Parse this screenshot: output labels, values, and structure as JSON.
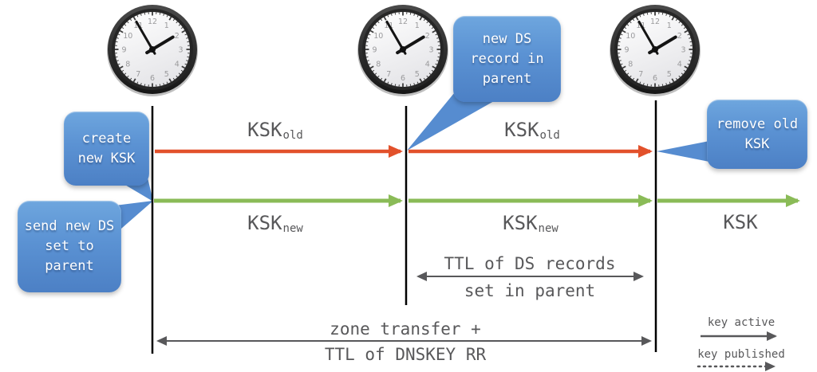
{
  "icons": {
    "clock-icon": "analog wall clock showing ~1:55",
    "arrow-icon": "right-pointing triangle arrowhead"
  },
  "colors": {
    "old_key_arrow": "#e2512b",
    "new_key_arrow": "#8abb57",
    "timeline_line": "#000000",
    "annotation": "#58585a",
    "bubble_fill_top": "#6ea6de",
    "bubble_fill_bottom": "#4c80c5",
    "bubble_text": "#ffffff"
  },
  "labels": {
    "ksk_old": {
      "base": "KSK",
      "sub": "old"
    },
    "ksk_new": {
      "base": "KSK",
      "sub": "new"
    },
    "ksk_plain": "KSK"
  },
  "bubbles": {
    "create_new_ksk": {
      "lines": [
        "create",
        "new KSK"
      ]
    },
    "send_new_ds": {
      "lines": [
        "send new DS",
        "set to",
        "parent"
      ]
    },
    "new_ds_record": {
      "lines": [
        "new DS",
        "record in",
        "parent"
      ]
    },
    "remove_old_ksk": {
      "lines": [
        "remove old",
        "KSK"
      ]
    }
  },
  "spans": {
    "ds_ttl": {
      "line1": "TTL of DS records",
      "line2": "set in parent"
    },
    "zone_transfer": {
      "line1": "zone transfer +",
      "line2": "TTL of DNSKEY RR"
    }
  },
  "legend": {
    "key_active": "key active",
    "key_published": "key published"
  }
}
